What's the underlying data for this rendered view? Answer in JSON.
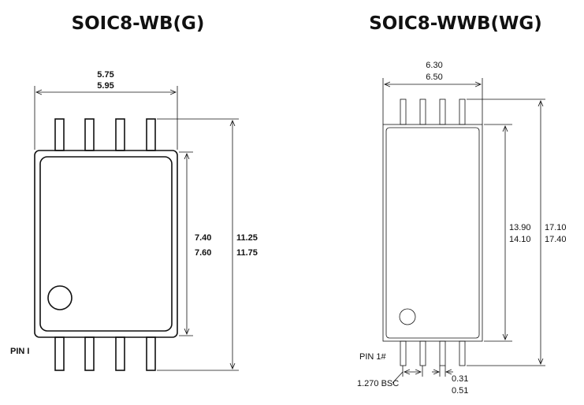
{
  "packages": [
    {
      "title": "SOIC8-WB(G)",
      "width_dim": [
        "5.75",
        "5.95"
      ],
      "body_dim": [
        "7.40",
        "7.60"
      ],
      "overall_dim": [
        "11.25",
        "11.75"
      ],
      "pin_label": "PIN I"
    },
    {
      "title": "SOIC8-WWB(WG)",
      "width_dim": [
        "6.30",
        "6.50"
      ],
      "body_dim": [
        "13.90",
        "14.10"
      ],
      "overall_dim": [
        "17.10",
        "17.40"
      ],
      "pin_label": "PIN 1#",
      "pitch_label": "1.270 BSC",
      "lead_width_dim": [
        "0.31",
        "0.51"
      ]
    }
  ]
}
